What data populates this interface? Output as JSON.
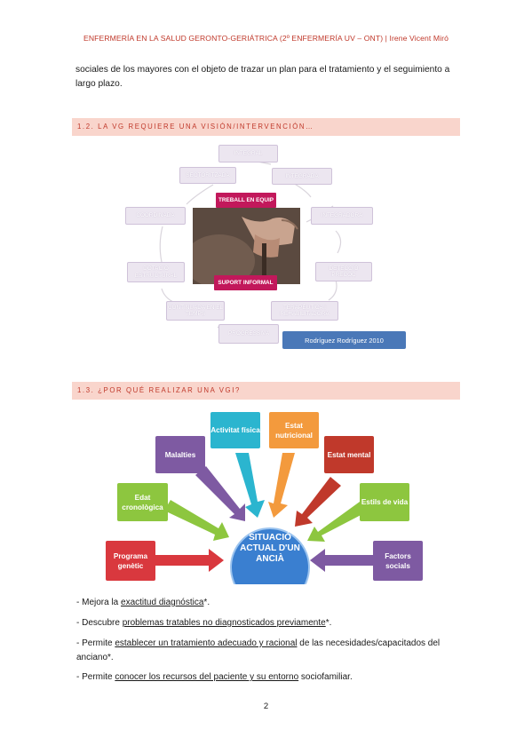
{
  "header": "ENFERMERÍA EN LA SALUD GERONTO-GERIÁTRICA (2º ENFERMERÍA UV – ONT) | Irene Vicent Miró",
  "intro_text": "sociales de los mayores con el objeto de trazar un plan para el tratamiento y el seguimiento a largo plazo.",
  "section_1_2": "1.2. LA VG REQUIERE UNA VISIÓN/INTERVENCIÓN…",
  "diagram1": {
    "nodes": {
      "integral": "INTEGRAL",
      "sectoritzada": "SECTORITZADA",
      "integrada": "INTEGRADA",
      "coordinada": "COORDINADA",
      "integradora": "INTEGRADORA",
      "dotacio": "DOTACIO ESTRUCTURAL",
      "deteccio": "DETECCIÓ PRECOÇ",
      "continuada": "CONTINUADA EN EL TEMPS",
      "terapeutica": "TERAPÈUTICA I REHABILITADORA",
      "progressiva": "PROGRESSIVA"
    },
    "treball": "TREBALL EN EQUIP",
    "suport": "SUPORT INFORMAL",
    "citation": "Rodríguez Rodríguez 2010"
  },
  "section_1_3": "1.3. ¿POR QUÉ REALIZAR UNA VGI?",
  "diagram2": {
    "center": "SITUACIÓ ACTUAL D'UN ANCIÀ",
    "factors": {
      "activitat": "Activitat física",
      "estat_nutricional": "Estat nutricional",
      "malalties": "Malalties",
      "estat_mental": "Estat mental",
      "edat": "Edat cronològica",
      "estils": "Estils de vida",
      "programa": "Programa genètic",
      "factors_socials": "Factors socials"
    },
    "colors": {
      "activitat": "#2bb5cf",
      "estat_nutricional": "#f39a3d",
      "malalties": "#7e5aa2",
      "estat_mental": "#c0392b",
      "edat": "#8dc63f",
      "estils": "#8dc63f",
      "programa": "#d9383e",
      "factors_socials": "#7e5aa2"
    }
  },
  "bullets": {
    "b1_pre": "- Mejora la ",
    "b1_u": "exactitud diagnóstica",
    "b1_post": "*.",
    "b2_pre": "- Descubre ",
    "b2_u": "problemas tratables no diagnosticados previamente",
    "b2_post": "*.",
    "b3_pre": "- Permite ",
    "b3_u": "establecer un tratamiento adecuado y racional",
    "b3_post": " de las necesidades/capacitados del anciano*.",
    "b4_pre": "- Permite ",
    "b4_u": "conocer los recursos del paciente y su entorno",
    "b4_post": " sociofamiliar."
  },
  "page_number": "2"
}
